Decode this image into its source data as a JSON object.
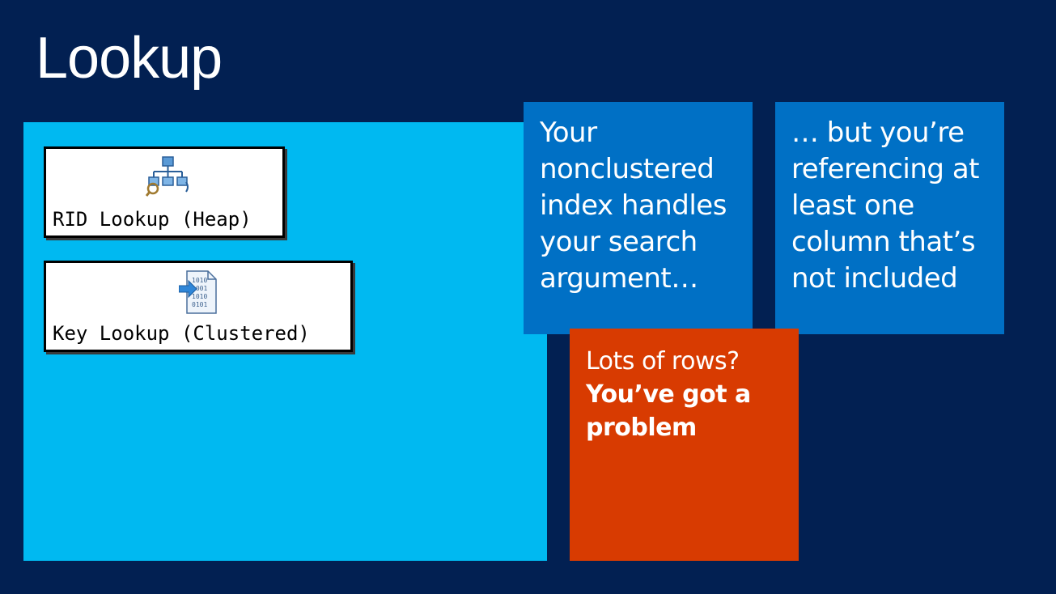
{
  "slide": {
    "title": "Lookup"
  },
  "operators": [
    {
      "label": "RID Lookup (Heap)",
      "icon": "rid-lookup-icon"
    },
    {
      "label": "Key Lookup (Clustered)",
      "icon": "key-lookup-icon"
    }
  ],
  "tiles": {
    "search_argument": "Your nonclustered index handles your search argument…",
    "not_included": "… but you’re referencing at least one column that’s not included",
    "rows_normal": "Lots of rows?",
    "rows_bold": "You’ve got a problem"
  },
  "colors": {
    "background": "#022052",
    "panel_cyan": "#00b9f1",
    "tile_blue": "#0070c5",
    "tile_red": "#d83b01"
  }
}
